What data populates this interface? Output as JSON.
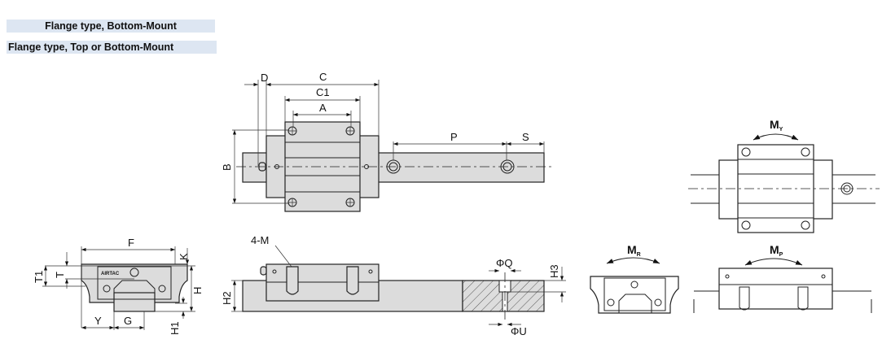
{
  "headers": {
    "bottom_mount": "Flange type, Bottom-Mount",
    "top_or_bottom_mount": "Flange type, Top or Bottom-Mount"
  },
  "dimensions": {
    "D": "D",
    "C": "C",
    "C1": "C1",
    "A": "A",
    "B": "B",
    "P": "P",
    "S": "S",
    "F": "F",
    "K": "K",
    "T1": "T1",
    "T": "T",
    "H": "H",
    "H1": "H1",
    "Y": "Y",
    "G": "G",
    "M4": "4-M",
    "H2": "H2",
    "H3": "H3",
    "Q": "ΦQ",
    "U": "ΦU"
  },
  "moments": {
    "MY": {
      "main": "M",
      "sub": "Y"
    },
    "MR": {
      "main": "M",
      "sub": "R"
    },
    "MP": {
      "main": "M",
      "sub": "P"
    }
  },
  "logo": "AIRTAC"
}
